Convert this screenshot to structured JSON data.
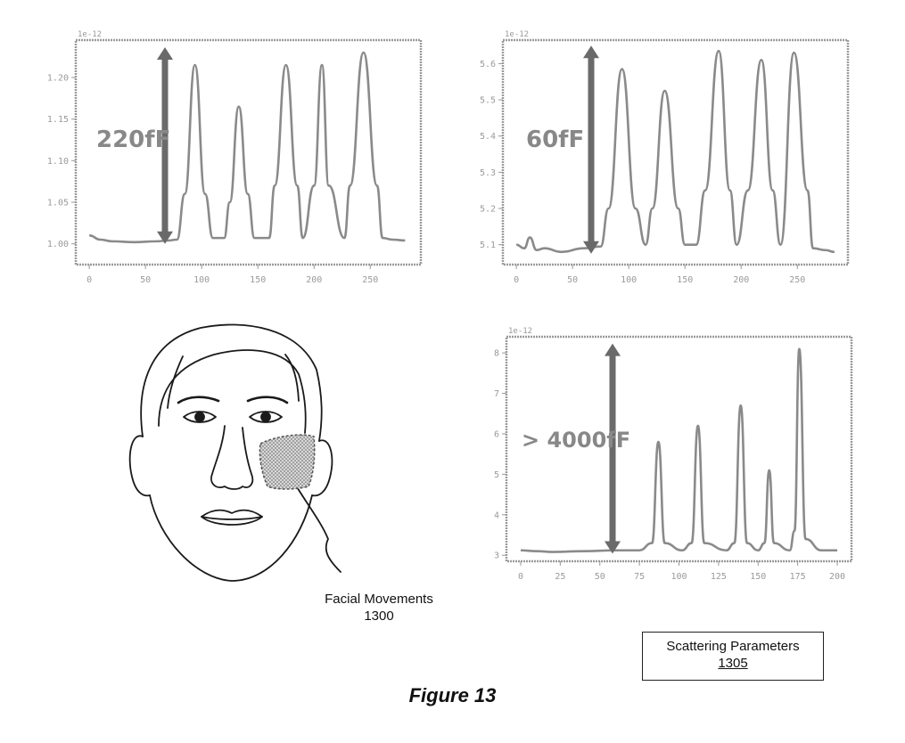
{
  "chart_data": [
    {
      "type": "line",
      "scale_note": "1e-12",
      "annotation": "220fF",
      "xticks": [
        0,
        50,
        100,
        150,
        200,
        250
      ],
      "yticks": [
        "1.00",
        "1.05",
        "1.10",
        "1.15",
        "1.20"
      ],
      "xlim": [
        -12,
        295
      ],
      "ylim": [
        0.975,
        1.245
      ],
      "x": [
        0,
        10,
        20,
        40,
        60,
        70,
        78,
        85,
        94,
        103,
        110,
        120,
        125,
        133,
        141,
        147,
        160,
        165,
        175,
        185,
        190,
        200,
        207,
        213,
        227,
        232,
        244,
        256,
        261,
        270,
        281
      ],
      "y": [
        1.01,
        1.005,
        1.003,
        1.002,
        1.003,
        1.004,
        1.005,
        1.06,
        1.215,
        1.06,
        1.007,
        1.007,
        1.05,
        1.165,
        1.06,
        1.007,
        1.007,
        1.07,
        1.215,
        1.07,
        1.007,
        1.07,
        1.215,
        1.07,
        1.007,
        1.07,
        1.23,
        1.07,
        1.007,
        1.005,
        1.004
      ]
    },
    {
      "type": "line",
      "scale_note": "1e-12",
      "annotation": "60fF",
      "xticks": [
        0,
        50,
        100,
        150,
        200,
        250
      ],
      "yticks": [
        "5.1",
        "5.2",
        "5.3",
        "5.4",
        "5.5",
        "5.6"
      ],
      "xlim": [
        -12,
        295
      ],
      "ylim": [
        5.045,
        5.665
      ],
      "x": [
        0,
        7,
        12,
        18,
        25,
        40,
        60,
        75,
        82,
        94,
        106,
        115,
        121,
        132,
        144,
        150,
        160,
        168,
        180,
        190,
        196,
        206,
        218,
        228,
        235,
        247,
        259,
        264,
        275,
        283
      ],
      "y": [
        5.1,
        5.09,
        5.12,
        5.085,
        5.09,
        5.08,
        5.09,
        5.095,
        5.2,
        5.585,
        5.2,
        5.1,
        5.2,
        5.525,
        5.2,
        5.1,
        5.1,
        5.25,
        5.635,
        5.25,
        5.1,
        5.25,
        5.61,
        5.25,
        5.1,
        5.63,
        5.25,
        5.09,
        5.085,
        5.08
      ]
    },
    {
      "type": "line",
      "scale_note": "1e-12",
      "annotation": "> 4000fF",
      "xticks": [
        0,
        25,
        50,
        75,
        100,
        125,
        150,
        175,
        200
      ],
      "yticks": [
        "3",
        "4",
        "5",
        "6",
        "7",
        "8"
      ],
      "xlim": [
        -9,
        209
      ],
      "ylim": [
        2.85,
        8.4
      ],
      "x": [
        0,
        10,
        20,
        40,
        60,
        75,
        83,
        87,
        91,
        102,
        108,
        112,
        116,
        130,
        135,
        139,
        143,
        150,
        154,
        157,
        160,
        170,
        173,
        176,
        180,
        190,
        200
      ],
      "y": [
        3.12,
        3.1,
        3.08,
        3.1,
        3.12,
        3.12,
        3.3,
        5.8,
        3.3,
        3.12,
        3.3,
        6.2,
        3.3,
        3.12,
        3.3,
        6.7,
        3.3,
        3.12,
        3.3,
        5.1,
        3.3,
        3.12,
        3.6,
        8.1,
        3.4,
        3.12,
        3.12
      ]
    }
  ],
  "face_label": {
    "line1": "Facial Movements",
    "line2": "1300"
  },
  "box_label": {
    "line1": "Scattering Parameters",
    "ref": "1305"
  },
  "figure_title": "Figure 13",
  "colors": {
    "ink": "#1a1a1a",
    "plot_line": "#8a8a8a",
    "arrow": "#6a6a6a",
    "annotation": "#888888",
    "patch": "#a8a8a8"
  }
}
